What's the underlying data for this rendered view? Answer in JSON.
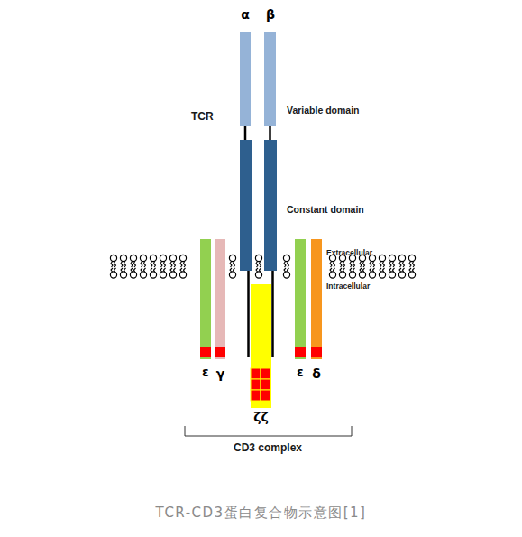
{
  "diagram": {
    "caption": "TCR-CD3蛋白复合物示意图[1]",
    "nodes": [
      {
        "text": [
          "α"
        ]
      },
      {
        "text": [
          "β"
        ]
      },
      {
        "text": [
          "ε"
        ]
      },
      {
        "text": [
          "γ"
        ]
      },
      {
        "text": [
          "ε"
        ]
      },
      {
        "text": [
          "δ"
        ]
      },
      {
        "text": [
          "ζζ"
        ]
      }
    ],
    "labels": [
      "TCR",
      "Variable domain",
      "Constant domain",
      "Extracellular",
      "Intracellular",
      "CD3 complex"
    ]
  }
}
